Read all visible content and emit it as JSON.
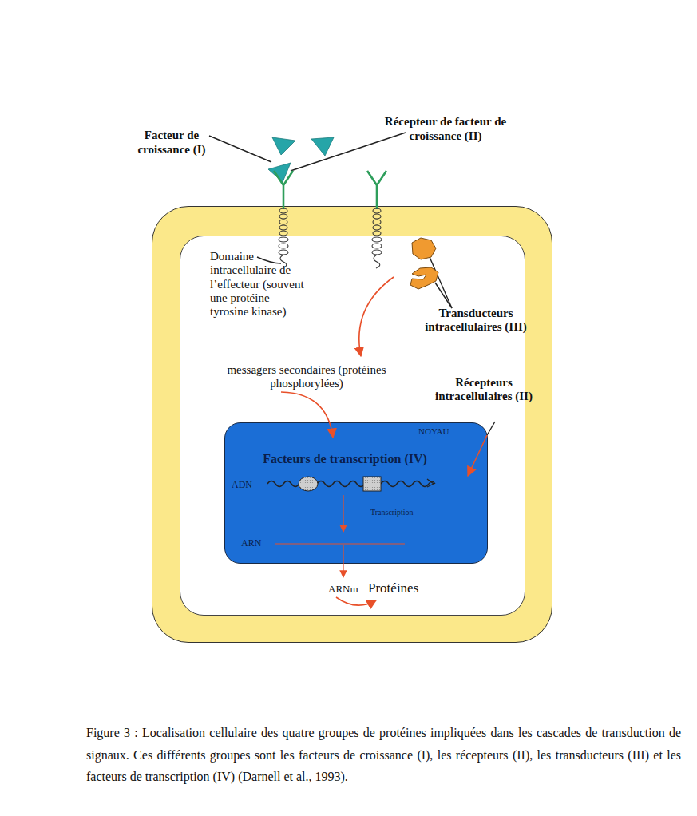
{
  "diagram": {
    "caption": "Figure 3 : Localisation cellulaire des quatre groupes de protéines impliquées dans les cascades de transduction de signaux. Ces différents groupes sont les facteurs de croissance (I), les récepteurs (II), les transducteurs (III) et les facteurs de transcription (IV) (Darnell et al., 1993).",
    "nodes": [
      {
        "text": [
          "Domaine intracellulaire de l’effecteur (souvent une protéine tyrosine kinase)",
          "Transducteurs intracellulaires (III)",
          "messagers secondaires (protéines phosphorylées)",
          "Récepteurs intracellulaires (II)",
          "ARNm",
          "Protéines"
        ]
      },
      {
        "text": [
          "NOYAU",
          "Facteurs de transcription (IV)",
          "ADN",
          "Transcription",
          "ARN"
        ],
        "in": 0
      }
    ],
    "labels": [
      "Facteur de croissance (I)",
      "Récepteur de facteur de croissance (II)"
    ]
  }
}
